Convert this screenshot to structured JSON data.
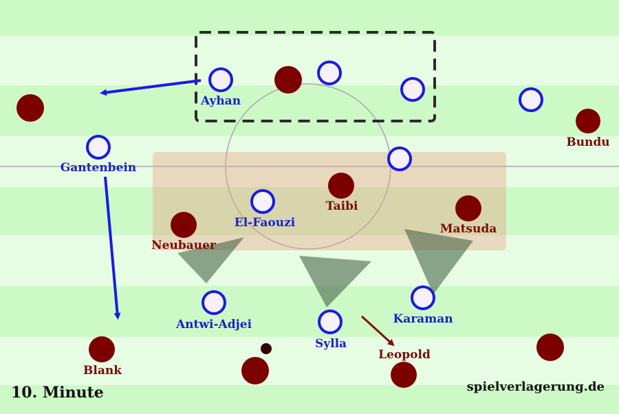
{
  "caption": "10. Minute",
  "watermark": "spielverlagerung.de",
  "colors": {
    "stripe_light": "#e7fde3",
    "stripe_dark": "#cdf9c7",
    "blue_team": "#1a1ae6",
    "red_team": "#7d0000",
    "red_label": "#7a0a0a",
    "blue_label": "#1a22c8"
  },
  "players": {
    "ayhan": "Ayhan",
    "gantenbein": "Gantenbein",
    "el_faouzi": "El-Faouzi",
    "antwi_adjei": "Antwi-Adjei",
    "sylla": "Sylla",
    "karaman": "Karaman",
    "bundu": "Bundu",
    "taibi": "Taibi",
    "matsuda": "Matsuda",
    "neubauer": "Neubauer",
    "blank": "Blank",
    "leopold": "Leopold"
  }
}
